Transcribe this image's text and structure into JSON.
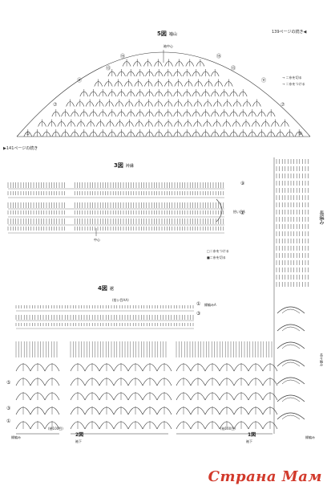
{
  "header": {
    "continued_from": "139ページの続き◀",
    "prev_continued": "▶141ページの続き"
  },
  "figures": {
    "fig5": {
      "label": "5図",
      "sub": "袖山",
      "center": "袖中心"
    },
    "fig3": {
      "label": "3図",
      "sub": "衿縁",
      "center": "中心",
      "marker": "拾い目A",
      "legend_1": "□＝糸をつける",
      "legend_2": "■＝糸を切る"
    },
    "fig4": {
      "label": "4図",
      "sub": "裾",
      "pickup_note": "(拾い目AA)",
      "marker": "縁編みA"
    },
    "fig2": {
      "label": "2図",
      "sub": "袖下",
      "note": "(袖100目)"
    },
    "fig1": {
      "label": "1図",
      "sub": "袖下",
      "note": "(袖100目)"
    },
    "right": {
      "vertical_label": "長編み",
      "vertical_note": "長々編み"
    },
    "legend_top": {
      "row_1": "→ ＝糸を切る",
      "row_2": "→ ＝糸をつける"
    },
    "side_marks": {
      "start_label": "縁編み",
      "edge": "縁編み"
    }
  },
  "row_numbers": [
    "⑮",
    "⑬",
    "⑪",
    "⑨",
    "⑦",
    "⑤",
    "③",
    "①"
  ],
  "watermark": "Страна Мам"
}
